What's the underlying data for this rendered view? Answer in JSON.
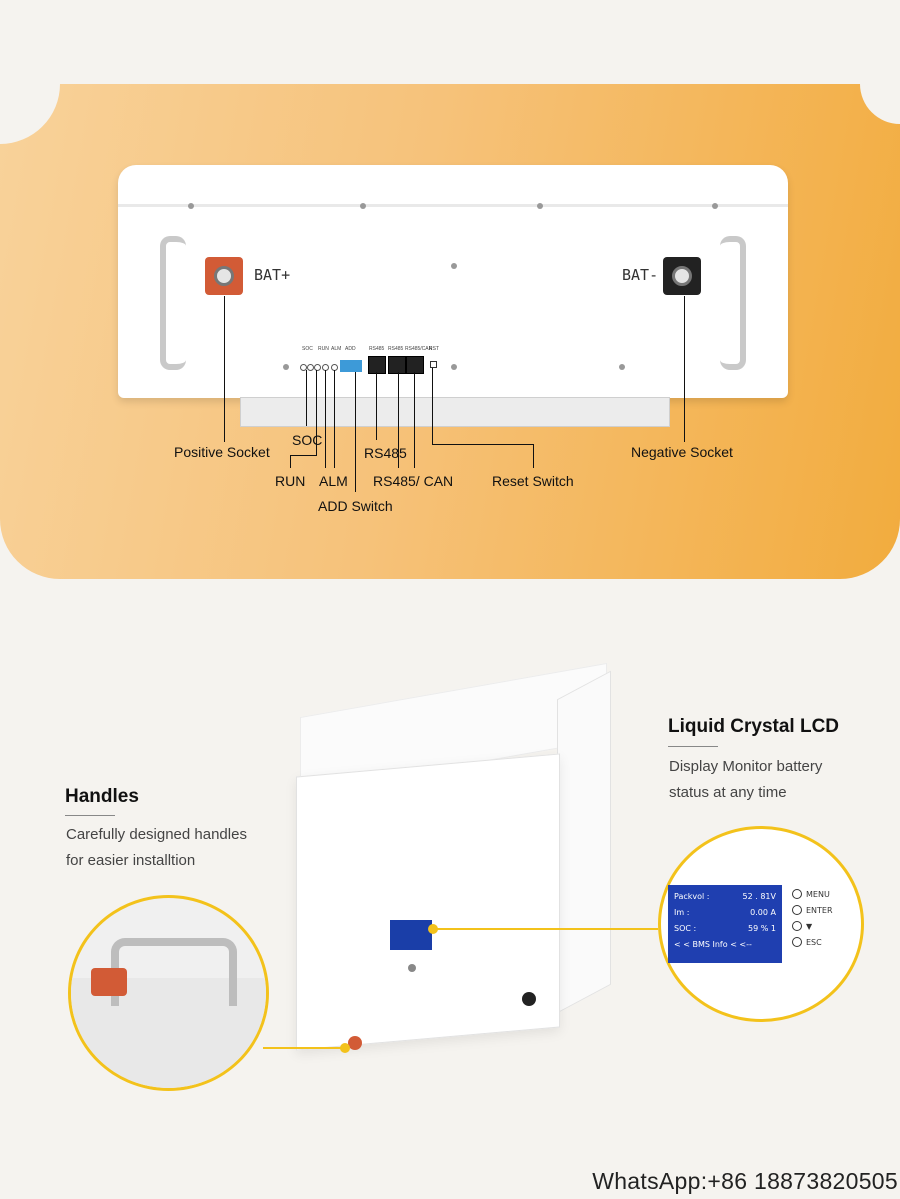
{
  "top_diagram": {
    "bat_pos_label": "BAT+",
    "bat_neg_label": "BAT-",
    "panel_labels": {
      "soc": "SOC",
      "run": "RUN",
      "alm": "ALM",
      "add": "ADD",
      "rs485": "RS485",
      "rs485_2": "RS485",
      "rs485_can": "RS485/CAN",
      "rst": "RST"
    },
    "callouts": {
      "positive_socket": "Positive Socket",
      "soc": "SOC",
      "rs485": "RS485",
      "negative_socket": "Negative Socket",
      "run": "RUN",
      "alm": "ALM",
      "rs485_can": "RS485/ CAN",
      "reset_switch": "Reset Switch",
      "add_switch": "ADD Switch"
    }
  },
  "features": {
    "lcd": {
      "title": "Liquid Crystal LCD",
      "desc_line1": "Display Monitor battery",
      "desc_line2": "status at any time"
    },
    "handles": {
      "title": "Handles",
      "desc_line1": "Carefully designed handles",
      "desc_line2": "for easier installtion"
    }
  },
  "lcd_screen": {
    "row1_label": "Packvol :",
    "row1_value": "52 . 81V",
    "row2_label": "Im :",
    "row2_value": "0.00 A",
    "row3_label": "SOC :",
    "row3_value": "59  %  1",
    "row4": "<  <  BMS   Info  <  <--",
    "buttons": [
      "MENU",
      "ENTER",
      "▼",
      "ESC"
    ]
  },
  "footer": {
    "whatsapp": "WhatsApp:+86 18873820505"
  },
  "colors": {
    "accent_yellow": "#f3c21b",
    "orange_gradient_end": "#f2ac3e",
    "terminal_positive": "#d25b36",
    "lcd_blue": "#1f3fb0"
  }
}
